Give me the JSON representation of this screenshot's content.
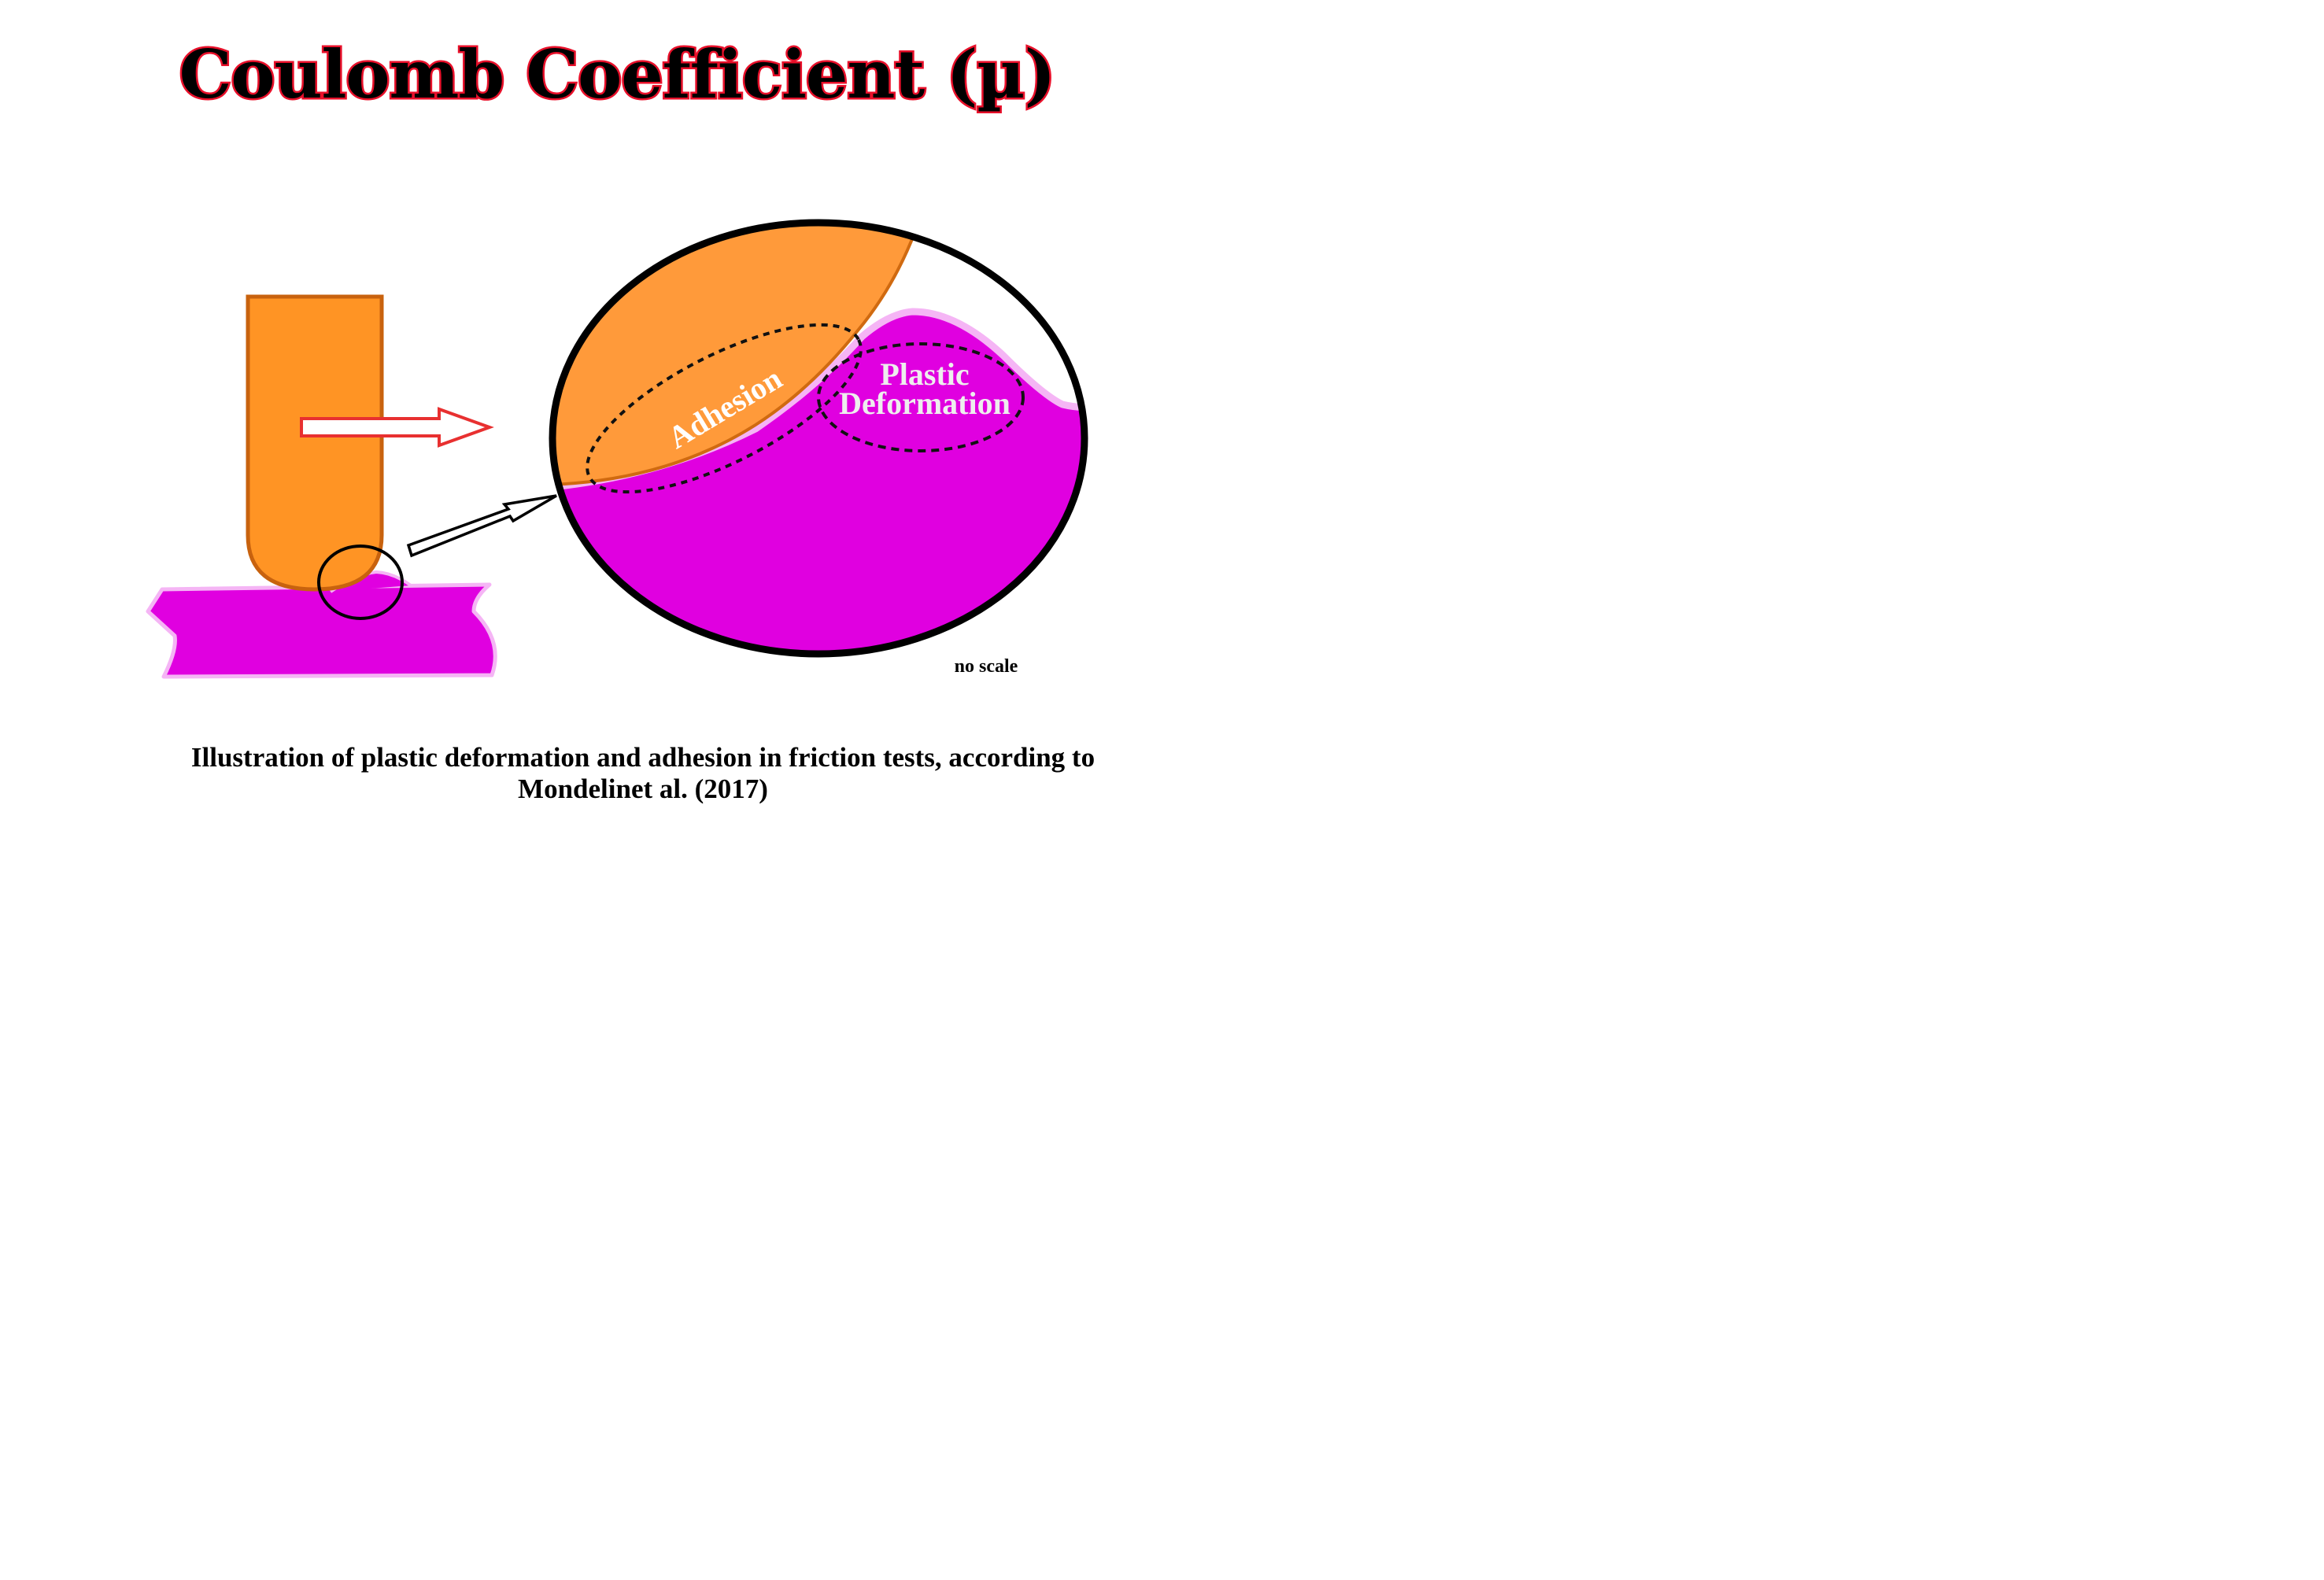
{
  "title": "Coulomb Coefficient (µ)",
  "zoom_labels": {
    "adhesion": "Adhesion",
    "plastic_line1": "Plastic",
    "plastic_line2": "Deformation"
  },
  "note": "no scale",
  "caption": {
    "line1": "Illustration of plastic deformation and adhesion in friction tests, according to",
    "line2": "Mondelinet al. (2017)"
  },
  "colors": {
    "tool_fill": "#ff9424",
    "tool_stroke": "#c8620e",
    "substrate_fill": "#e000e0",
    "substrate_rim": "#f5b5f5",
    "arrow_outline": "#e83030"
  }
}
